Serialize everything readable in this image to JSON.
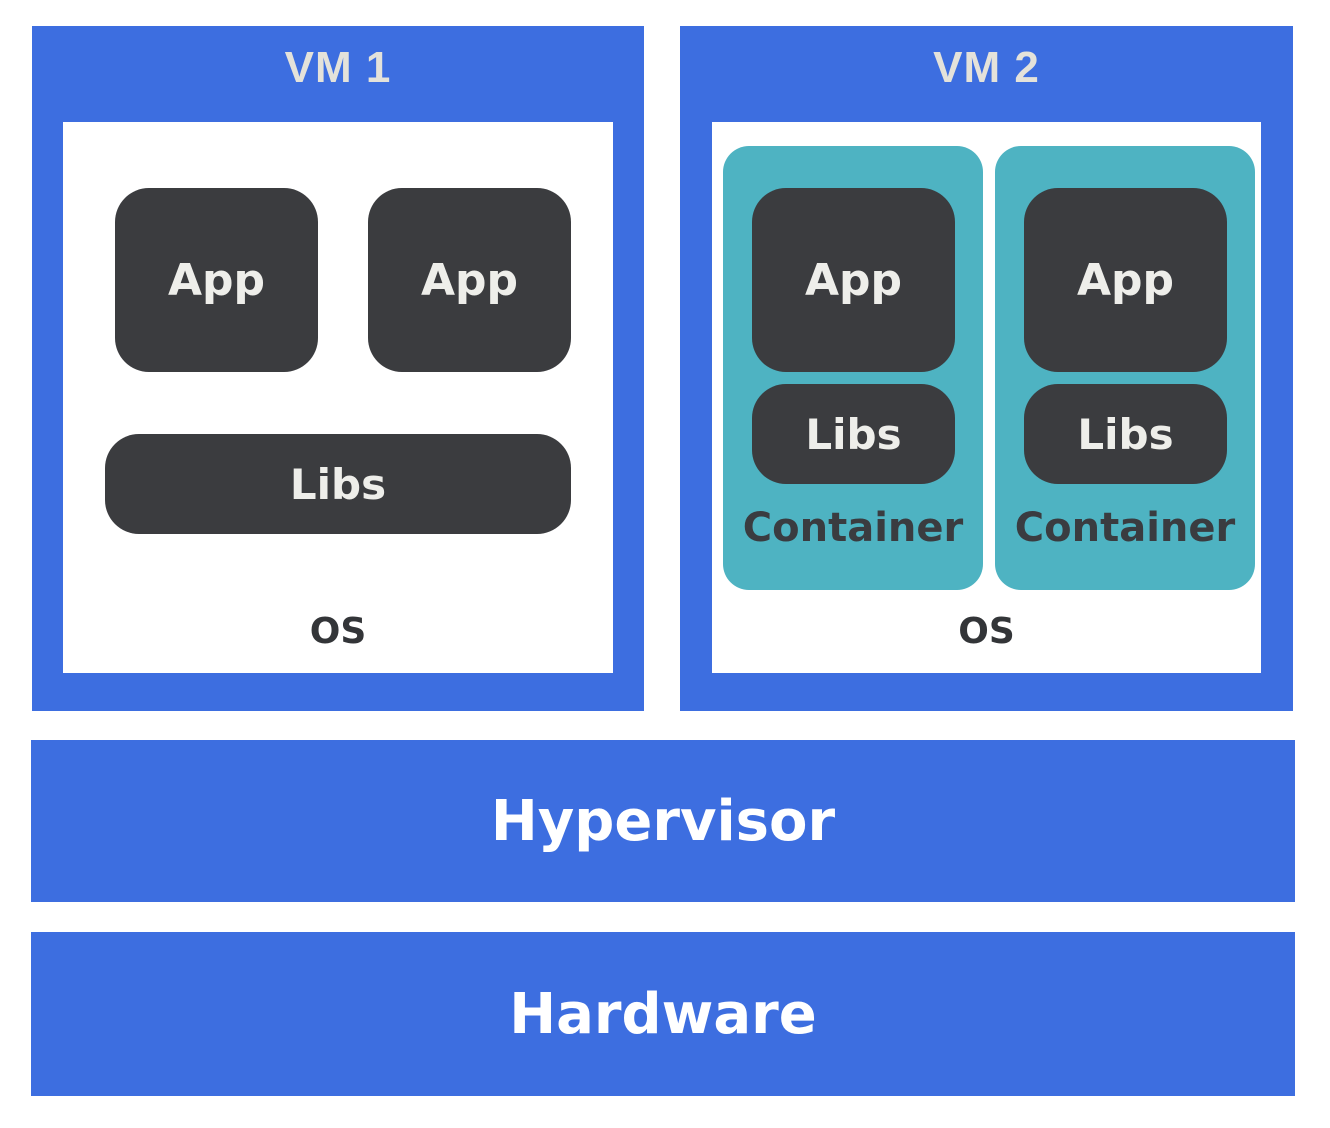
{
  "colors": {
    "vm_blue": "#3d6ee0",
    "box_dark": "#3b3c3f",
    "container_teal": "#4eb3c2",
    "os_white": "#ffffff"
  },
  "vm1": {
    "title": "VM 1",
    "apps": [
      "App",
      "App"
    ],
    "libs": "Libs",
    "os": "OS"
  },
  "vm2": {
    "title": "VM 2",
    "containers": [
      {
        "app": "App",
        "libs": "Libs",
        "label": "Container"
      },
      {
        "app": "App",
        "libs": "Libs",
        "label": "Container"
      }
    ],
    "os": "OS"
  },
  "hypervisor": {
    "label": "Hypervisor"
  },
  "hardware": {
    "label": "Hardware"
  }
}
